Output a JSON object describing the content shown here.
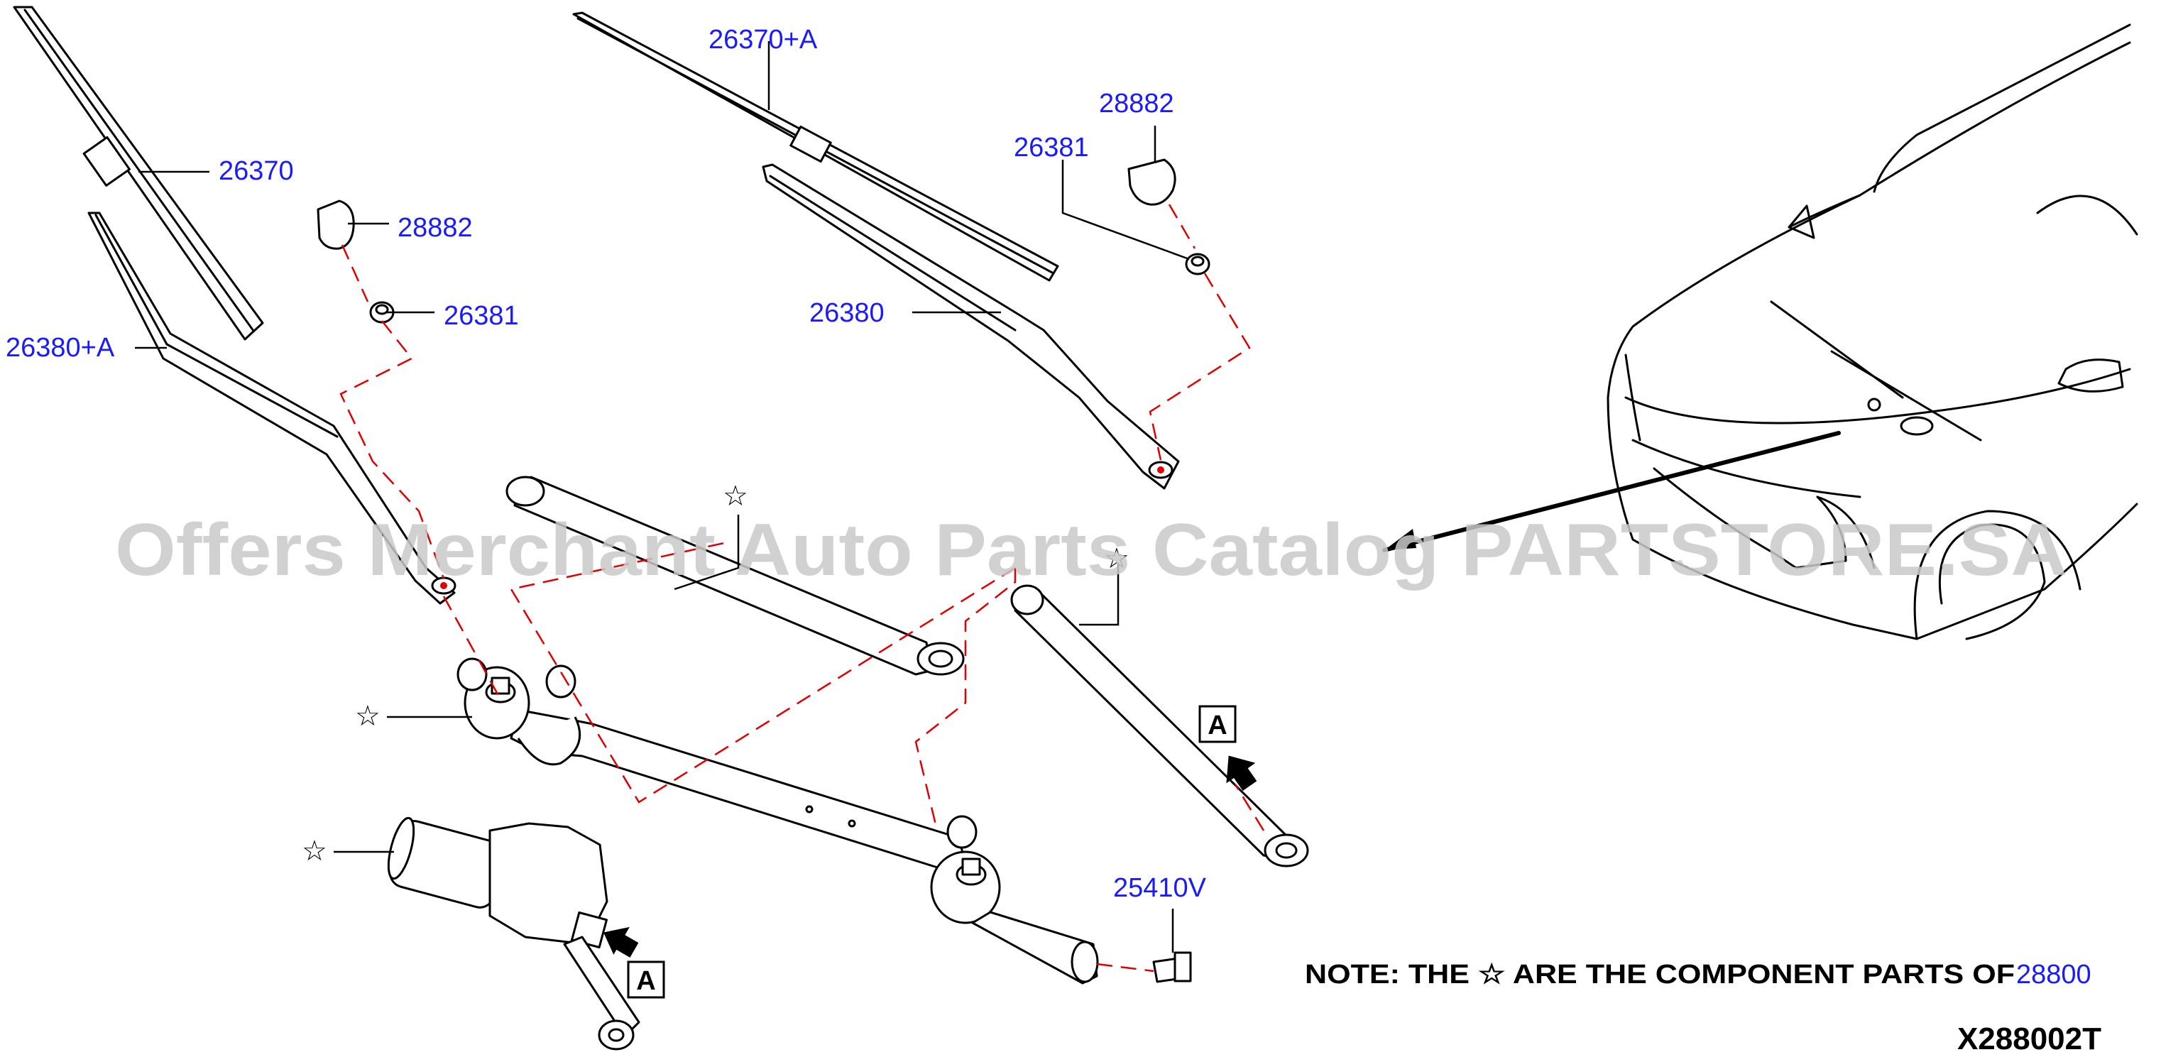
{
  "watermark": "Offers Merchant Auto Parts Catalog PARTSTORE.SA",
  "parts": {
    "blade_right": "26370+A",
    "blade_left": "26370",
    "cap_right": "28882",
    "cap_left": "28882",
    "nut_right": "26381",
    "nut_left": "26381",
    "arm_right": "26380",
    "arm_left": "26380+A",
    "bolt": "25410V"
  },
  "symbols": {
    "star": "☆",
    "view_a": "A"
  },
  "note": {
    "text": "NOTE: THE ☆ ARE THE COMPONENT PARTS OF",
    "part": "28800"
  },
  "diagram_code": "X288002T"
}
